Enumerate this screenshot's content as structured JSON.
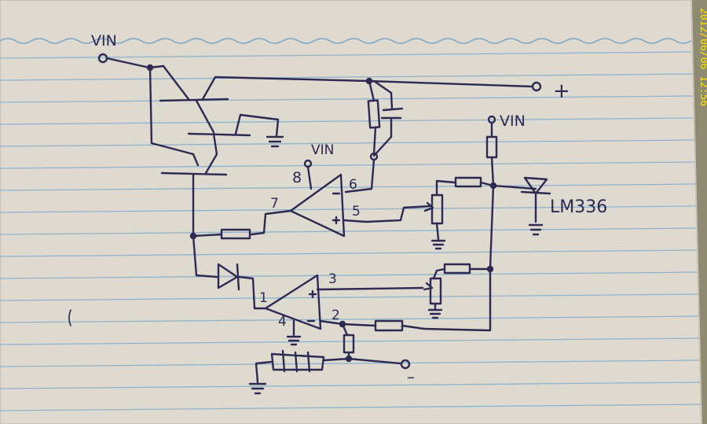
{
  "labels": {
    "vin_top": "VIN",
    "plus_out": "+",
    "vin_right": "VIN",
    "vin_opamp": "VIN",
    "pin_8": "8",
    "pin_6": "6",
    "pin_7": "7",
    "pin_5": "5",
    "pin_1": "1",
    "pin_3": "3",
    "pin_4": "4",
    "pin_2": "2",
    "lm336": "LM336",
    "minus_out": "–"
  },
  "timestamp": "2012/06/06 12:56",
  "colors": {
    "ink": "#2c2a52",
    "paper": "#dedad0",
    "rule_line": "#8fb3cc",
    "stamp": "#ffe600"
  }
}
